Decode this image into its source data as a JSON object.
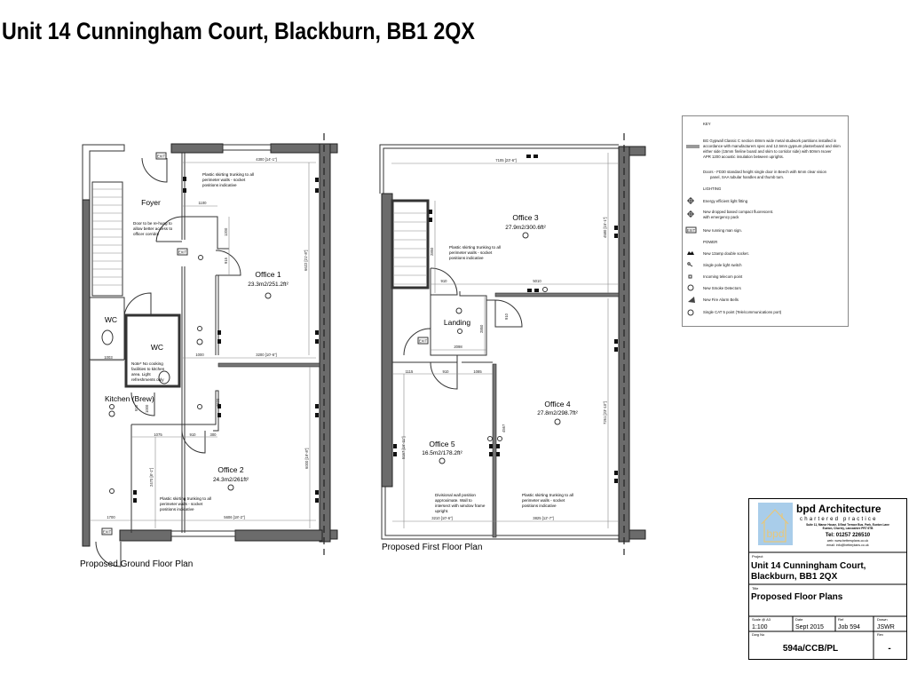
{
  "title": "Unit 14 Cunningham Court, Blackburn,  BB1 2QX",
  "ground_floor": {
    "plan_label": "Proposed Ground Floor Plan",
    "rooms": {
      "foyer": "Foyer",
      "office1": {
        "name": "Office 1",
        "area": "23.3m2/251.2ft²"
      },
      "wc1": "WC",
      "wc2": "WC",
      "kitchen": "Kitchen (Brew)",
      "office2": {
        "name": "Office 2",
        "area": "24.3m2/261ft²"
      }
    },
    "notes": {
      "door": [
        "Door to be re-hung to",
        "allow better access to",
        "officer corridor"
      ],
      "office1_skirting": [
        "Plastic skirting trunking to all",
        "perimeter walls - socket",
        "positions indicative"
      ],
      "kitchen": [
        "Note* No cooking",
        "facilities to kitchen",
        "area. Light",
        "refreshments only"
      ],
      "office2_skirting": [
        "Plastic skirting trunking to all",
        "perimeter walls - socket",
        "positions indicative"
      ]
    },
    "dims": [
      "4300 [14'-1\"]",
      "1100",
      "1200",
      "915",
      "6622 [21'-8\"]",
      "1000",
      "3200 [10'-6\"]",
      "1003",
      "1075",
      "910",
      "300",
      "1600",
      "2470 [8'-1\"]",
      "6000 [19'-8\"]",
      "1700",
      "5606 [18'-2\"]",
      "915",
      "1000"
    ],
    "exit_sign": "EXIT"
  },
  "first_floor": {
    "plan_label": "Proposed First Floor Plan",
    "rooms": {
      "office3": {
        "name": "Office 3",
        "area": "27.9m2/300.6ft²"
      },
      "landing": "Landing",
      "office4": {
        "name": "Office 4",
        "area": "27.8m2/298.7ft²"
      },
      "office5": {
        "name": "Office 5",
        "area": "16.5m2/178.2ft²"
      }
    },
    "notes": {
      "office3_skirting": [
        "Plastic skirting trunking to all",
        "perimeter walls - socket",
        "positions indicative"
      ],
      "divisional": [
        "Divisional wall position",
        "approximate. Wall to",
        "intersect with window frame",
        "upright."
      ],
      "office4_skirting": [
        "Plastic skirting trunking to all",
        "perimeter walls - socket",
        "positions indicative"
      ]
    },
    "dims": [
      "7105 [23'-6\"]",
      "2850",
      "910",
      "5010",
      "4580 [15'-1\"]",
      "910",
      "2850",
      "2098",
      "1115",
      "910",
      "1085",
      "4567",
      "5167 [16'-11\"]",
      "7261 [23'-10\"]",
      "3210 [10'-6\"]",
      "3825 [12'-7\"]"
    ],
    "exit_sign": "EXIT"
  },
  "key": {
    "heading": "KEY",
    "partition": [
      "BG Gypwall Classic C section 48mm wide metal studwork partitions installed in",
      "accordance with manufacturers spec and 12.5mm gypsum plasterboard and skim",
      "either side (15mm fireline board and skim to corridor side) with 50mm Isover",
      "APR 1200 acoustic insulation between uprights."
    ],
    "doors": [
      "Doors - FD30 standard height single door in Beech with 6mm clear vision",
      "panel, SAA tubular handles and thumb turn."
    ],
    "lighting_heading": "LIGHTING",
    "lighting": [
      {
        "icon": "light-fitting-icon",
        "label": "Energy efficient light fitting"
      },
      {
        "icon": "fluorescent-icon",
        "label": "New dropped based compact fluorescent.",
        "label2": "with emergency pack"
      },
      {
        "icon": "exit-sign-icon",
        "label": "New running man sign.",
        "sign": "EXIT"
      }
    ],
    "power_heading": "POWER",
    "power": [
      {
        "icon": "double-socket-icon",
        "label": "New 13amp double socket."
      },
      {
        "icon": "light-switch-icon",
        "label": "Single pole light switch"
      },
      {
        "icon": "telecom-point-icon",
        "label": "Incoming telecom point"
      },
      {
        "icon": "smoke-detector-icon",
        "label": "New Smoke Detectors"
      },
      {
        "icon": "fire-alarm-bell-icon",
        "label": "New Fire Alarm Bells"
      },
      {
        "icon": "cat5-point-icon",
        "label": "Single CAT 5 point (Tele/communications port)"
      }
    ]
  },
  "title_block": {
    "logo_text": "bpd",
    "company": "bpd Architecture",
    "tagline": "chartered practice",
    "address1": "Suite 11, Manor House, 8 East Terrace Bus. Park, Euxton Lane",
    "address2": "Euxton, Chorley, Lancashire PR7 6TB",
    "tel": "Tel: 01257 226510",
    "web": "web: www.bettersplans.co.uk",
    "email": "email: info@betterplans.co.uk",
    "project_label": "Project",
    "project_line1": "Unit 14 Cunningham Court,",
    "project_line2": "Blackburn,  BB1 2QX",
    "title_label": "Title",
    "title": "Proposed Floor Plans",
    "scale_label": "Scale @ A3",
    "scale": "1:100",
    "date_label": "Date",
    "date": "Sept 2015",
    "ref_label": "Ref",
    "ref": "Job 594",
    "drawn_label": "Drawn",
    "drawn": "JSWR",
    "dwg_label": "Dwg No",
    "dwg": "594a/CCB/PL",
    "rev_label": "Rev",
    "rev": "-",
    "colors": {
      "logo_bg": "#a9cdea",
      "logo_fg": "#e8c77a"
    }
  }
}
